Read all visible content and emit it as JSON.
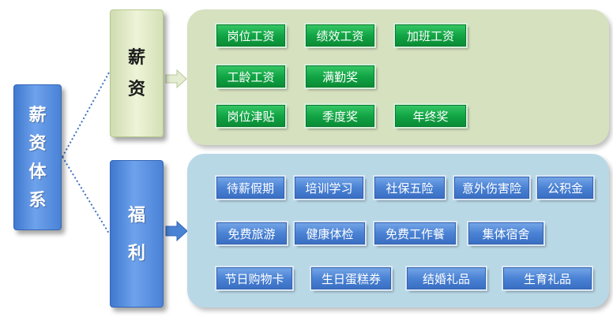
{
  "root": {
    "label": "薪资体系"
  },
  "salary": {
    "label": "薪资",
    "items": [
      "岗位工资",
      "绩效工资",
      "加班工资",
      "工龄工资",
      "满勤奖",
      "岗位津贴",
      "季度奖",
      "年终奖"
    ]
  },
  "welfare": {
    "label": "福利",
    "items": [
      "待薪假期",
      "培训学习",
      "社保五险",
      "意外伤害险",
      "公积金",
      "免费旅游",
      "健康体检",
      "免费工作餐",
      "集体宿舍",
      "节日购物卡",
      "生日蛋糕券",
      "结婚礼品",
      "生育礼品"
    ]
  },
  "colors": {
    "salary_panel": "#d6e1bf",
    "welfare_panel": "#b9d8e6",
    "salary_tag": "#12a545",
    "welfare_tag": "#4a82d4",
    "connector": "#3b6fc2"
  }
}
